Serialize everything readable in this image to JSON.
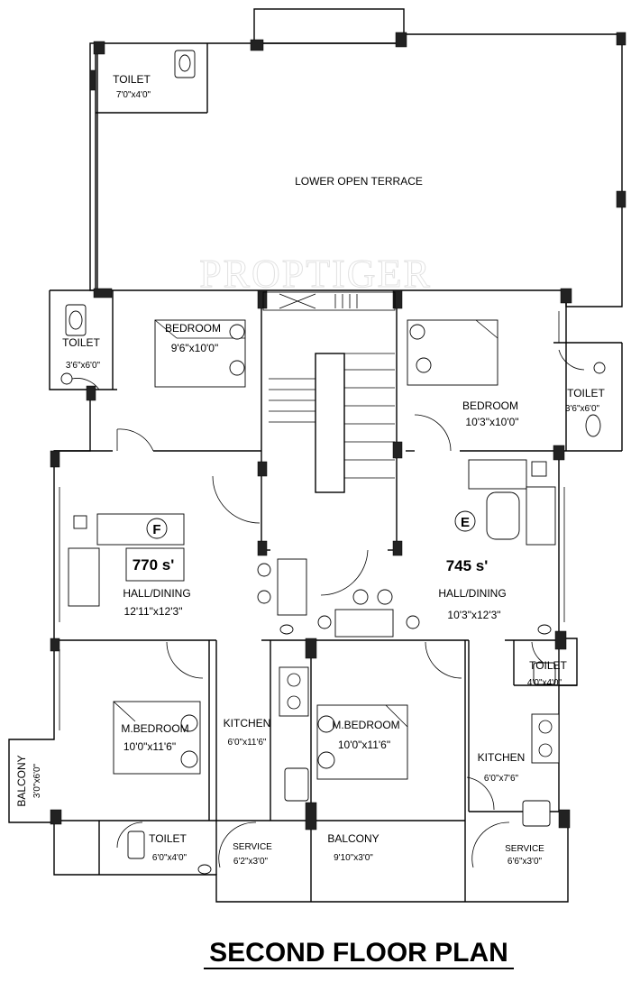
{
  "watermark": "PROPTIGER",
  "plan_title": "SECOND FLOOR PLAN",
  "units": {
    "F": {
      "badge": "F",
      "area": "770 s'"
    },
    "E": {
      "badge": "E",
      "area": "745 s'"
    }
  },
  "rooms": {
    "terrace": {
      "name": "LOWER OPEN TERRACE"
    },
    "toilet_top": {
      "name": "TOILET",
      "size": "7'0\"x4'0\""
    },
    "toilet_left": {
      "name": "TOILET",
      "size": "3'6\"x6'0\""
    },
    "bedroom_left": {
      "name": "BEDROOM",
      "size": "9'6\"x10'0\""
    },
    "bedroom_right": {
      "name": "BEDROOM",
      "size": "10'3\"x10'0\""
    },
    "toilet_right": {
      "name": "TOILET",
      "size": "3'6\"x6'0\""
    },
    "hall_left": {
      "name": "HALL/DINING",
      "size": "12'11\"x12'3\""
    },
    "hall_right": {
      "name": "HALL/DINING",
      "size": "10'3\"x12'3\""
    },
    "toilet_mid_right": {
      "name": "TOILET",
      "size": "4'0\"x4'0\""
    },
    "mbedroom_left": {
      "name": "M.BEDROOM",
      "size": "10'0\"x11'6\""
    },
    "kitchen_left": {
      "name": "KITCHEN",
      "size": "6'0\"x11'6\""
    },
    "mbedroom_right": {
      "name": "M.BEDROOM",
      "size": "10'0\"x11'6\""
    },
    "kitchen_right": {
      "name": "KITCHEN",
      "size": "6'0\"x7'6\""
    },
    "balcony_left": {
      "name": "BALCONY",
      "size": "3'0\"x6'0\""
    },
    "toilet_bottom": {
      "name": "TOILET",
      "size": "6'0\"x4'0\""
    },
    "service_left": {
      "name": "SERVICE",
      "size": "6'2\"x3'0\""
    },
    "balcony_bottom": {
      "name": "BALCONY",
      "size": "9'10\"x3'0\""
    },
    "service_right": {
      "name": "SERVICE",
      "size": "6'6\"x3'0\""
    }
  }
}
